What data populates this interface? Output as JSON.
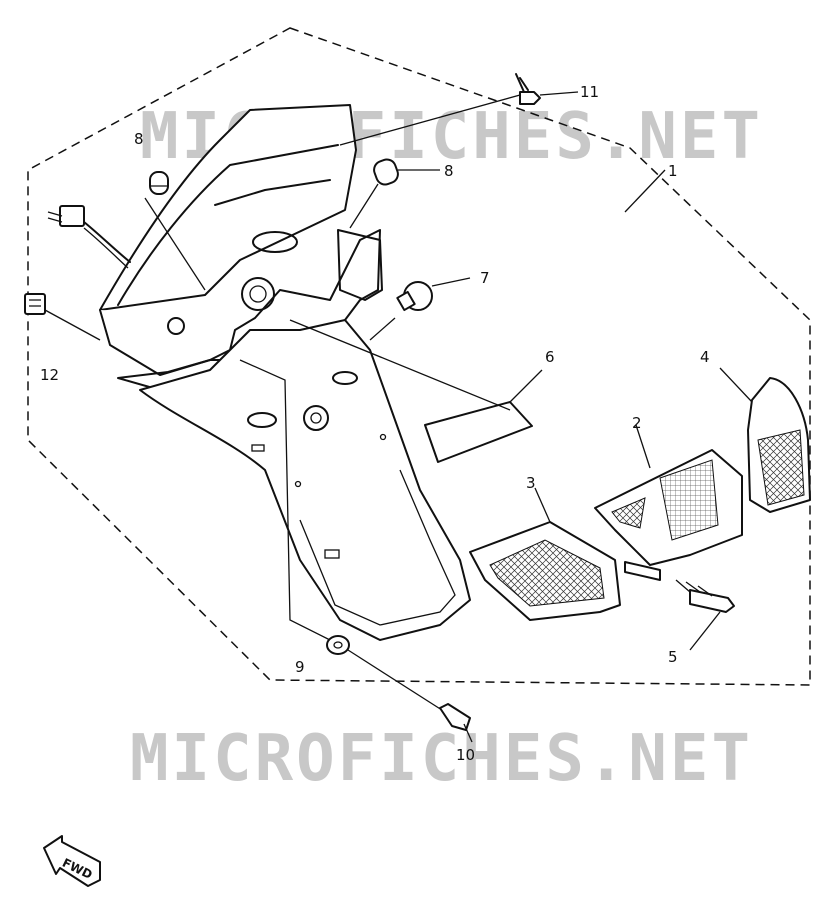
{
  "watermarks": [
    "MICROFICHES.NET",
    "MICROFICHES.NET"
  ],
  "direction_label": "FWD",
  "callouts": [
    "1",
    "2",
    "3",
    "4",
    "5",
    "6",
    "7",
    "8",
    "8",
    "9",
    "10",
    "11",
    "12"
  ]
}
